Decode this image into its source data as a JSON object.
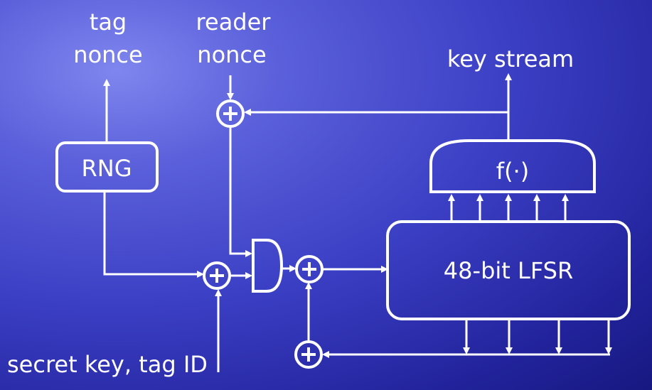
{
  "labels": {
    "tag_nonce_line1": "tag",
    "tag_nonce_line2": "nonce",
    "reader_nonce_line1": "reader",
    "reader_nonce_line2": "nonce",
    "key_stream": "key stream",
    "rng": "RNG",
    "filter_function": "f(·)",
    "lfsr": "48-bit LFSR",
    "secret_key": "secret key, tag ID"
  },
  "colors": {
    "foreground": "#ffffff",
    "background_light": "#7f86ee",
    "background_dark": "#171880"
  },
  "components": [
    "RNG",
    "XOR",
    "AND gate",
    "48-bit LFSR",
    "f(·)"
  ]
}
